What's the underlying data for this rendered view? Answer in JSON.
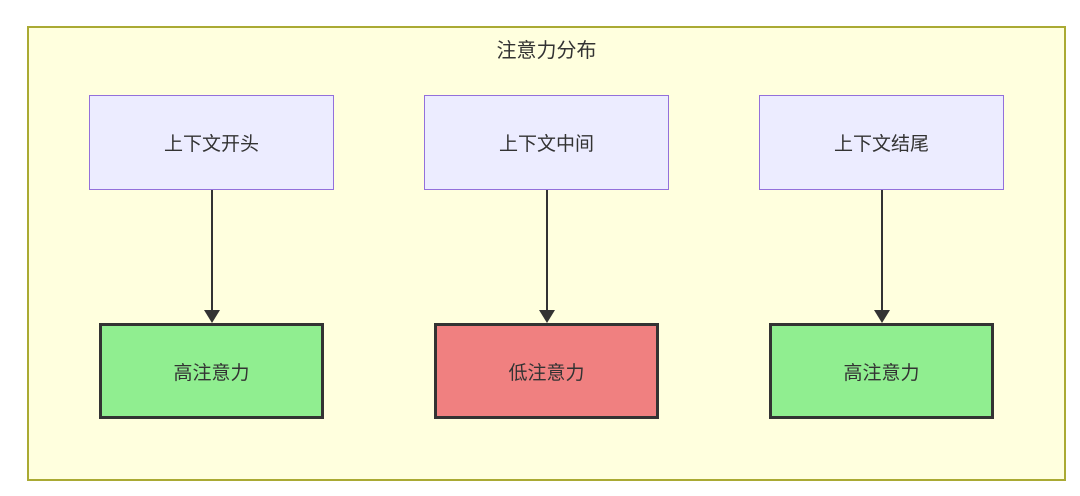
{
  "diagram": {
    "title": "注意力分布",
    "colors": {
      "container_fill": "#ffffde",
      "container_border": "#aaaa33",
      "source_fill": "#ECECFF",
      "source_border": "#9370DB",
      "high_fill": "#90EE90",
      "low_fill": "#F08080",
      "result_border": "#333333",
      "arrow": "#333333"
    },
    "columns": [
      {
        "source": "上下文开头",
        "result": "高注意力",
        "level": "high"
      },
      {
        "source": "上下文中间",
        "result": "低注意力",
        "level": "low"
      },
      {
        "source": "上下文结尾",
        "result": "高注意力",
        "level": "high"
      }
    ]
  }
}
